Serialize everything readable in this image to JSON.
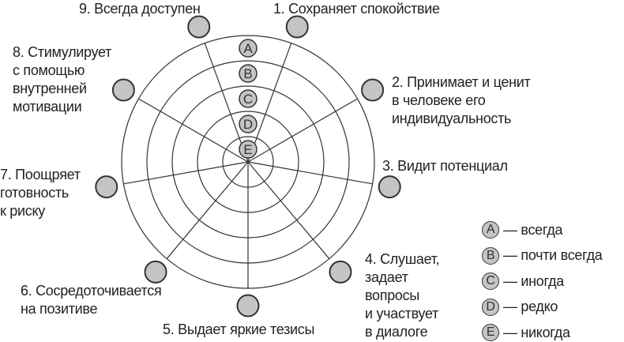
{
  "colors": {
    "dot_fill": "#c4c4c4",
    "line": "#333333"
  },
  "diagram": {
    "ring_letters": [
      "A",
      "B",
      "C",
      "D",
      "E"
    ],
    "items": [
      {
        "id": 1,
        "lines": [
          "1. Сохраняет спокойствие"
        ]
      },
      {
        "id": 2,
        "lines": [
          "2. Принимает и ценит",
          "в человеке его",
          "индивидуальность"
        ]
      },
      {
        "id": 3,
        "lines": [
          "3. Видит потенциал"
        ]
      },
      {
        "id": 4,
        "lines": [
          "4. Слушает,",
          "задает",
          "вопросы",
          "и участвует",
          "в диалоге"
        ]
      },
      {
        "id": 5,
        "lines": [
          "5. Выдает яркие тезисы"
        ]
      },
      {
        "id": 6,
        "lines": [
          "6. Сосредоточивается",
          "на позитиве"
        ]
      },
      {
        "id": 7,
        "lines": [
          "7. Поощряет",
          "готовность",
          "к риску"
        ]
      },
      {
        "id": 8,
        "lines": [
          "8. Стимулирует",
          "с помощью",
          "внутренней",
          "мотивации"
        ]
      },
      {
        "id": 9,
        "lines": [
          "9. Всегда доступен"
        ]
      }
    ]
  },
  "legend": [
    {
      "letter": "A",
      "text": "— всегда"
    },
    {
      "letter": "B",
      "text": "— почти всегда"
    },
    {
      "letter": "C",
      "text": "— иногда"
    },
    {
      "letter": "D",
      "text": "— редко"
    },
    {
      "letter": "E",
      "text": "— никогда"
    }
  ]
}
